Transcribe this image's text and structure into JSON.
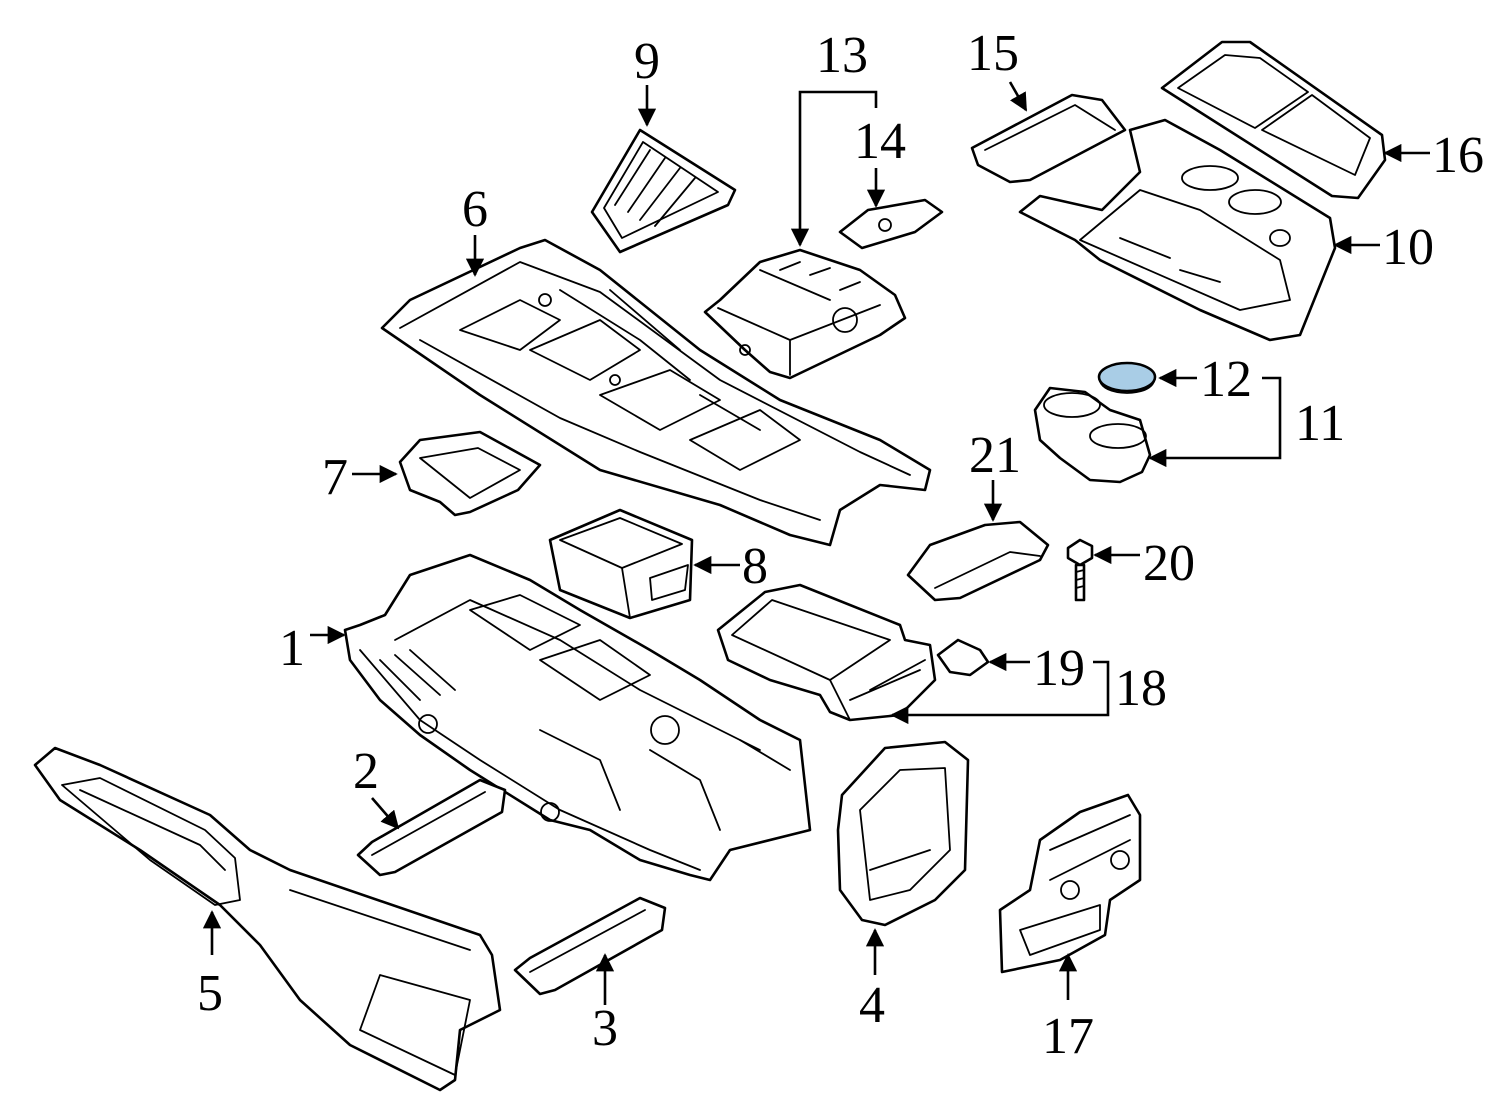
{
  "diagram": {
    "highlight_color": "#a9cde6",
    "callouts": {
      "c1": "1",
      "c2": "2",
      "c3": "3",
      "c4": "4",
      "c5": "5",
      "c6": "6",
      "c7": "7",
      "c8": "8",
      "c9": "9",
      "c10": "10",
      "c11": "11",
      "c12": "12",
      "c13": "13",
      "c14": "14",
      "c15": "15",
      "c16": "16",
      "c17": "17",
      "c18": "18",
      "c19": "19",
      "c20": "20",
      "c21": "21"
    },
    "highlighted_part": "12"
  }
}
